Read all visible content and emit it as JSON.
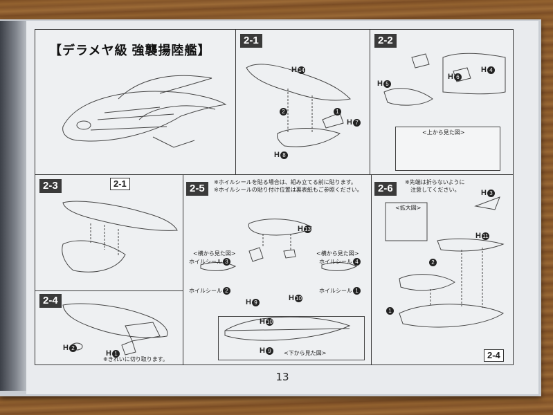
{
  "page": {
    "title": "【デラメヤ級 強襲揚陸艦】",
    "page_number": "13"
  },
  "steps": {
    "s21": {
      "tag": "2-1",
      "parts": [
        "H",
        "H",
        "H",
        "H"
      ],
      "nums": [
        "14",
        "7",
        "8"
      ],
      "arrows": [
        "2",
        "1"
      ]
    },
    "s22": {
      "tag": "2-2",
      "parts": [
        "H",
        "H",
        "H"
      ],
      "nums": [
        "5",
        "6",
        "4"
      ],
      "view": "<上から見た図>"
    },
    "s23": {
      "tag": "2-3",
      "ref": "2-1"
    },
    "s24": {
      "tag": "2-4",
      "parts": [
        "H",
        "H"
      ],
      "nums": [
        "2",
        "1"
      ],
      "note": "※きれいに切り取ります。"
    },
    "s25": {
      "tag": "2-5",
      "note1": "※ホイルシールを貼る場合は、組み立てる前に貼ります。",
      "note2": "※ホイルシールの貼り付け位置は裏表紙もご参照ください。",
      "side_view": "<横から見た図>",
      "foil": "ホイルシール",
      "foil_nums": [
        "3",
        "2",
        "4",
        "1"
      ],
      "parts": [
        "H",
        "H",
        "H",
        "H",
        "H"
      ],
      "nums": [
        "13",
        "9",
        "10",
        "10",
        "9"
      ],
      "bottom_view": "<下から見た図>"
    },
    "s26": {
      "tag": "2-6",
      "note1": "※先端は折らないように",
      "note2": "注意してください。",
      "zoom": "<拡大図>",
      "parts": [
        "H",
        "H"
      ],
      "nums": [
        "3",
        "11"
      ],
      "arrows": [
        "2",
        "1"
      ],
      "ref": "2-4"
    }
  }
}
